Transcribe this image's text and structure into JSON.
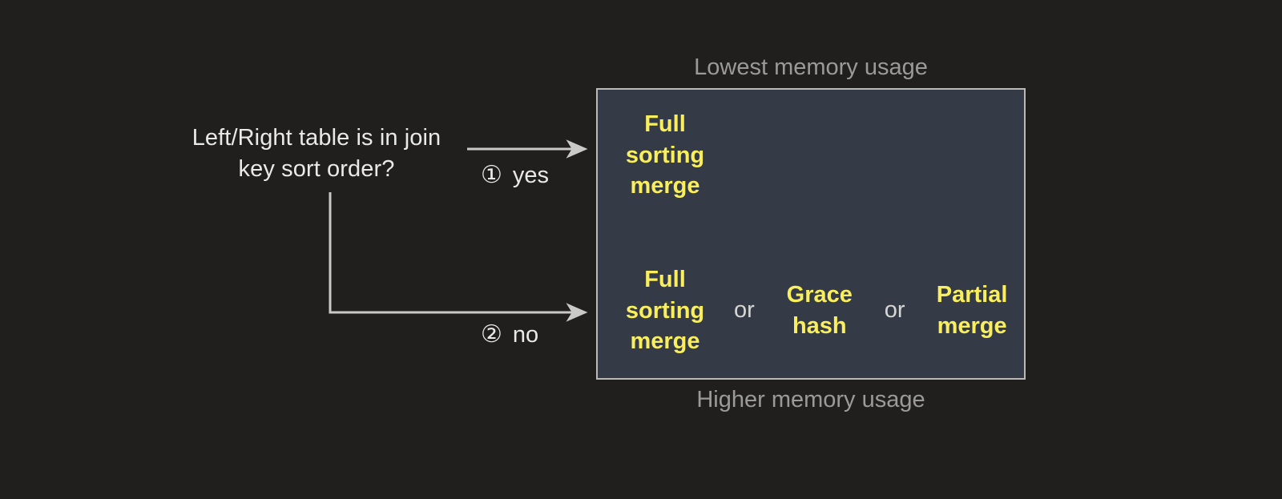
{
  "diagram": {
    "question": "Left/Right table is in\njoin key sort order?",
    "branches": [
      {
        "marker": "①",
        "label": "yes"
      },
      {
        "marker": "②",
        "label": "no"
      }
    ],
    "captions": {
      "top": "Lowest memory usage",
      "bottom": "Higher memory usage"
    },
    "panel": {
      "row_top": {
        "option": "Full\nsorting\nmerge"
      },
      "row_bottom": {
        "option_1": "Full\nsorting\nmerge",
        "or_1": "or",
        "option_2": "Grace\nhash",
        "or_2": "or",
        "option_3": "Partial\nmerge"
      }
    },
    "colors": {
      "page_background": "#211f1e",
      "panel_background": "#343a46",
      "panel_border": "#b9b9b7",
      "option_text": "#f8ee5e",
      "primary_text": "#e9e9e7",
      "muted_text": "#9a9a98",
      "connector": "#c9c9c7"
    }
  }
}
